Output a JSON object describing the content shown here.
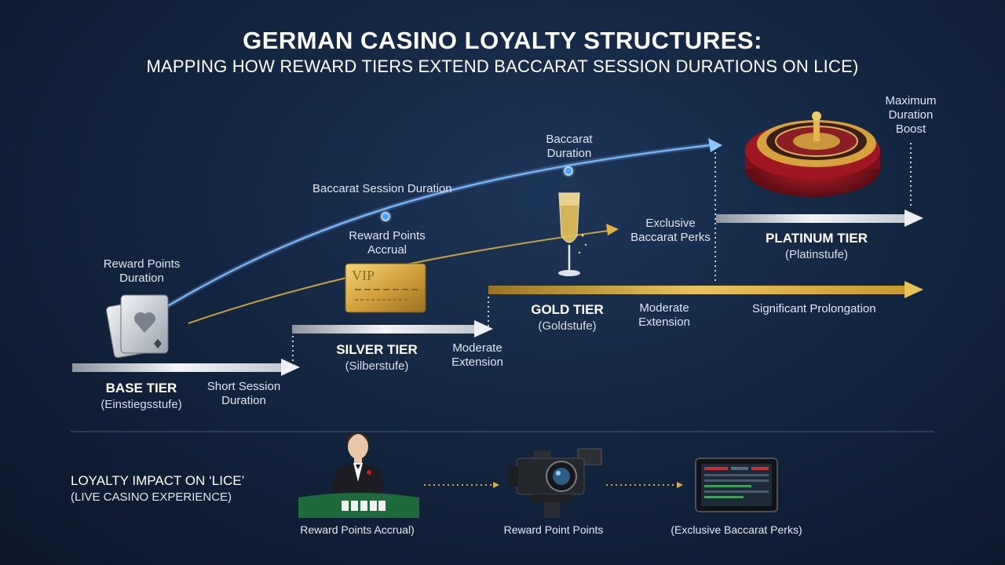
{
  "title": "GERMAN CASINO LOYALTY STRUCTURES:",
  "subtitle": "MAPPING HOW REWARD TIERS EXTEND BACCARAT SESSION DURATIONS ON LICE)",
  "labels": {
    "reward_points_duration": "Reward Points\nDuration",
    "baccarat_session_duration": "Baccarat Session Duration",
    "reward_points_accrual": "Reward Points\nAccrual",
    "baccarat_duration": "Baccarat\nDuration",
    "maximum_duration_boost": "Maximum\nDuration\nBoost",
    "exclusive_baccarat_perks": "Exclusive\nBaccarat Perks",
    "significant_prolongation": "Significant Prolongation",
    "vip_card_text": "VIP"
  },
  "tiers": [
    {
      "name": "BASE TIER",
      "sub": "(Einstiegsstufe)",
      "effect": "Short Session\nDuration"
    },
    {
      "name": "SILVER TIER",
      "sub": "(Silberstufe)",
      "effect": "Moderate\nExtension"
    },
    {
      "name": "GOLD TIER",
      "sub": "(Goldstufe)",
      "effect": "Moderate\nExtension"
    },
    {
      "name": "PLATINUM TIER",
      "sub": "(Platinstufe)",
      "effect": ""
    }
  ],
  "impact": {
    "title": "LOYALTY IMPACT ON ‘LICE’",
    "subtitle": "(LIVE CASINO EXPERIENCE)",
    "steps": [
      {
        "caption": "Reward Points Accrual)",
        "icon": "dealer-table-icon"
      },
      {
        "caption": "Reward Point Points",
        "icon": "camera-icon"
      },
      {
        "caption": "(Exclusive Baccarat Perks)",
        "icon": "tablet-icon"
      }
    ]
  },
  "colors": {
    "background": "#132641",
    "silver_arrow": "#d9dde3",
    "gold_arrow": "#e1b53f",
    "blue_curve": "#6fb4ff"
  }
}
